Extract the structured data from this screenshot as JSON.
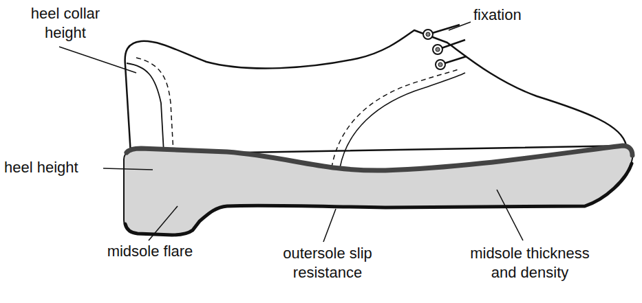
{
  "diagram": {
    "labels": [
      "heel collar height",
      "fixation",
      "heel height",
      "midsole flare",
      "outersole slip resistance",
      "midsole thickness and density"
    ]
  }
}
